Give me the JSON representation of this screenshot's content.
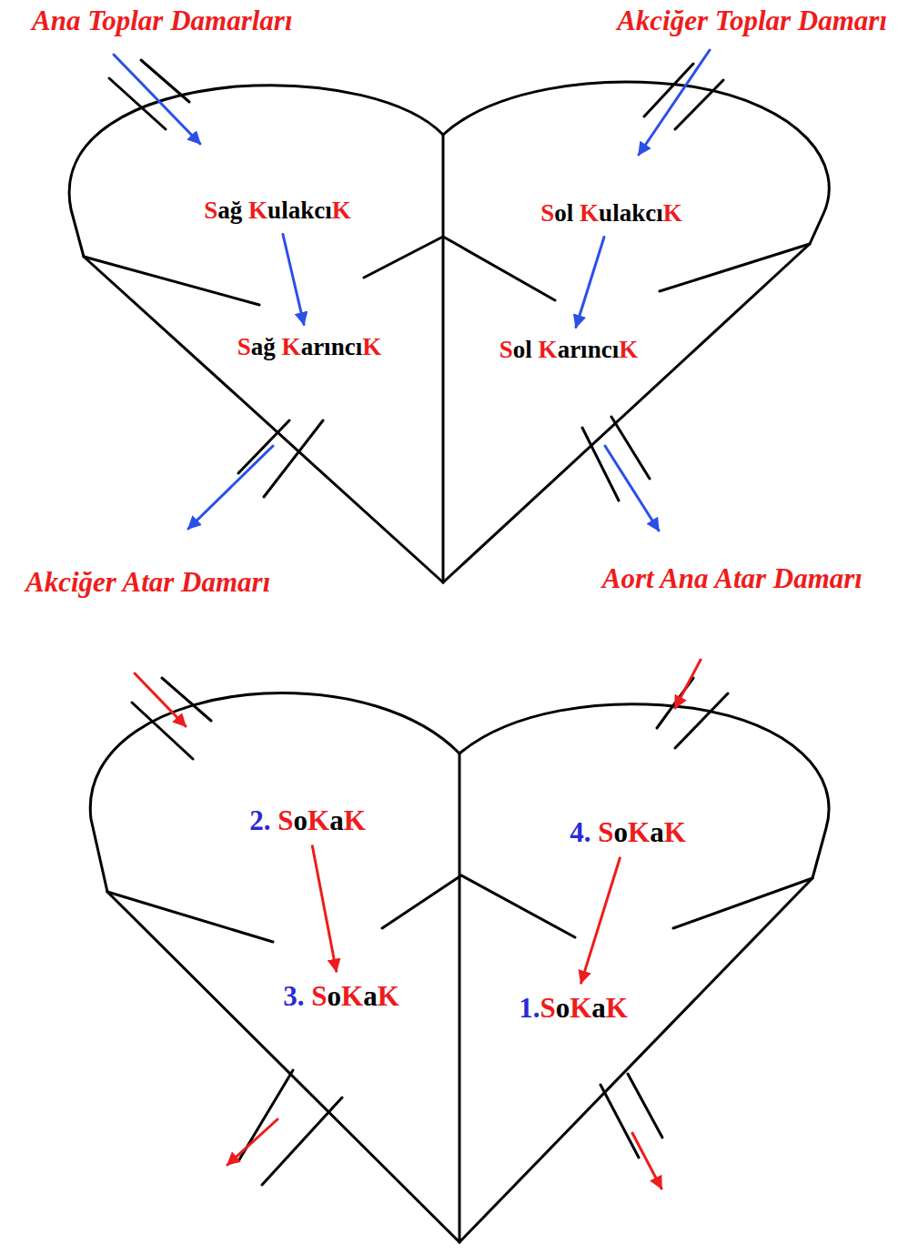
{
  "diagram": {
    "nodes": [
      {
        "text": [
          "Sağ KulakcıK"
        ]
      },
      {
        "text": [
          "Sol KulakcıK"
        ]
      },
      {
        "text": [
          "Sağ KarıncıK"
        ]
      },
      {
        "text": [
          "Sol KarıncıK"
        ]
      },
      {
        "text": [
          "2. SoKaK"
        ]
      },
      {
        "text": [
          "4. SoKaK"
        ]
      },
      {
        "text": [
          "3. SoKaK"
        ]
      },
      {
        "text": [
          "1.SoKaK"
        ]
      }
    ],
    "edges": [
      {
        "from": 0,
        "to": 2,
        "arrow": "to"
      },
      {
        "from": 1,
        "to": 3,
        "arrow": "to"
      },
      {
        "from": 4,
        "to": 6,
        "arrow": "to"
      },
      {
        "from": 5,
        "to": 7,
        "arrow": "to"
      }
    ],
    "labels": [
      "Ana Toplar Damarları",
      "Akciğer Toplar Damarı",
      "Akciğer Atar Damarı",
      "Aort Ana Atar Damarı"
    ]
  }
}
